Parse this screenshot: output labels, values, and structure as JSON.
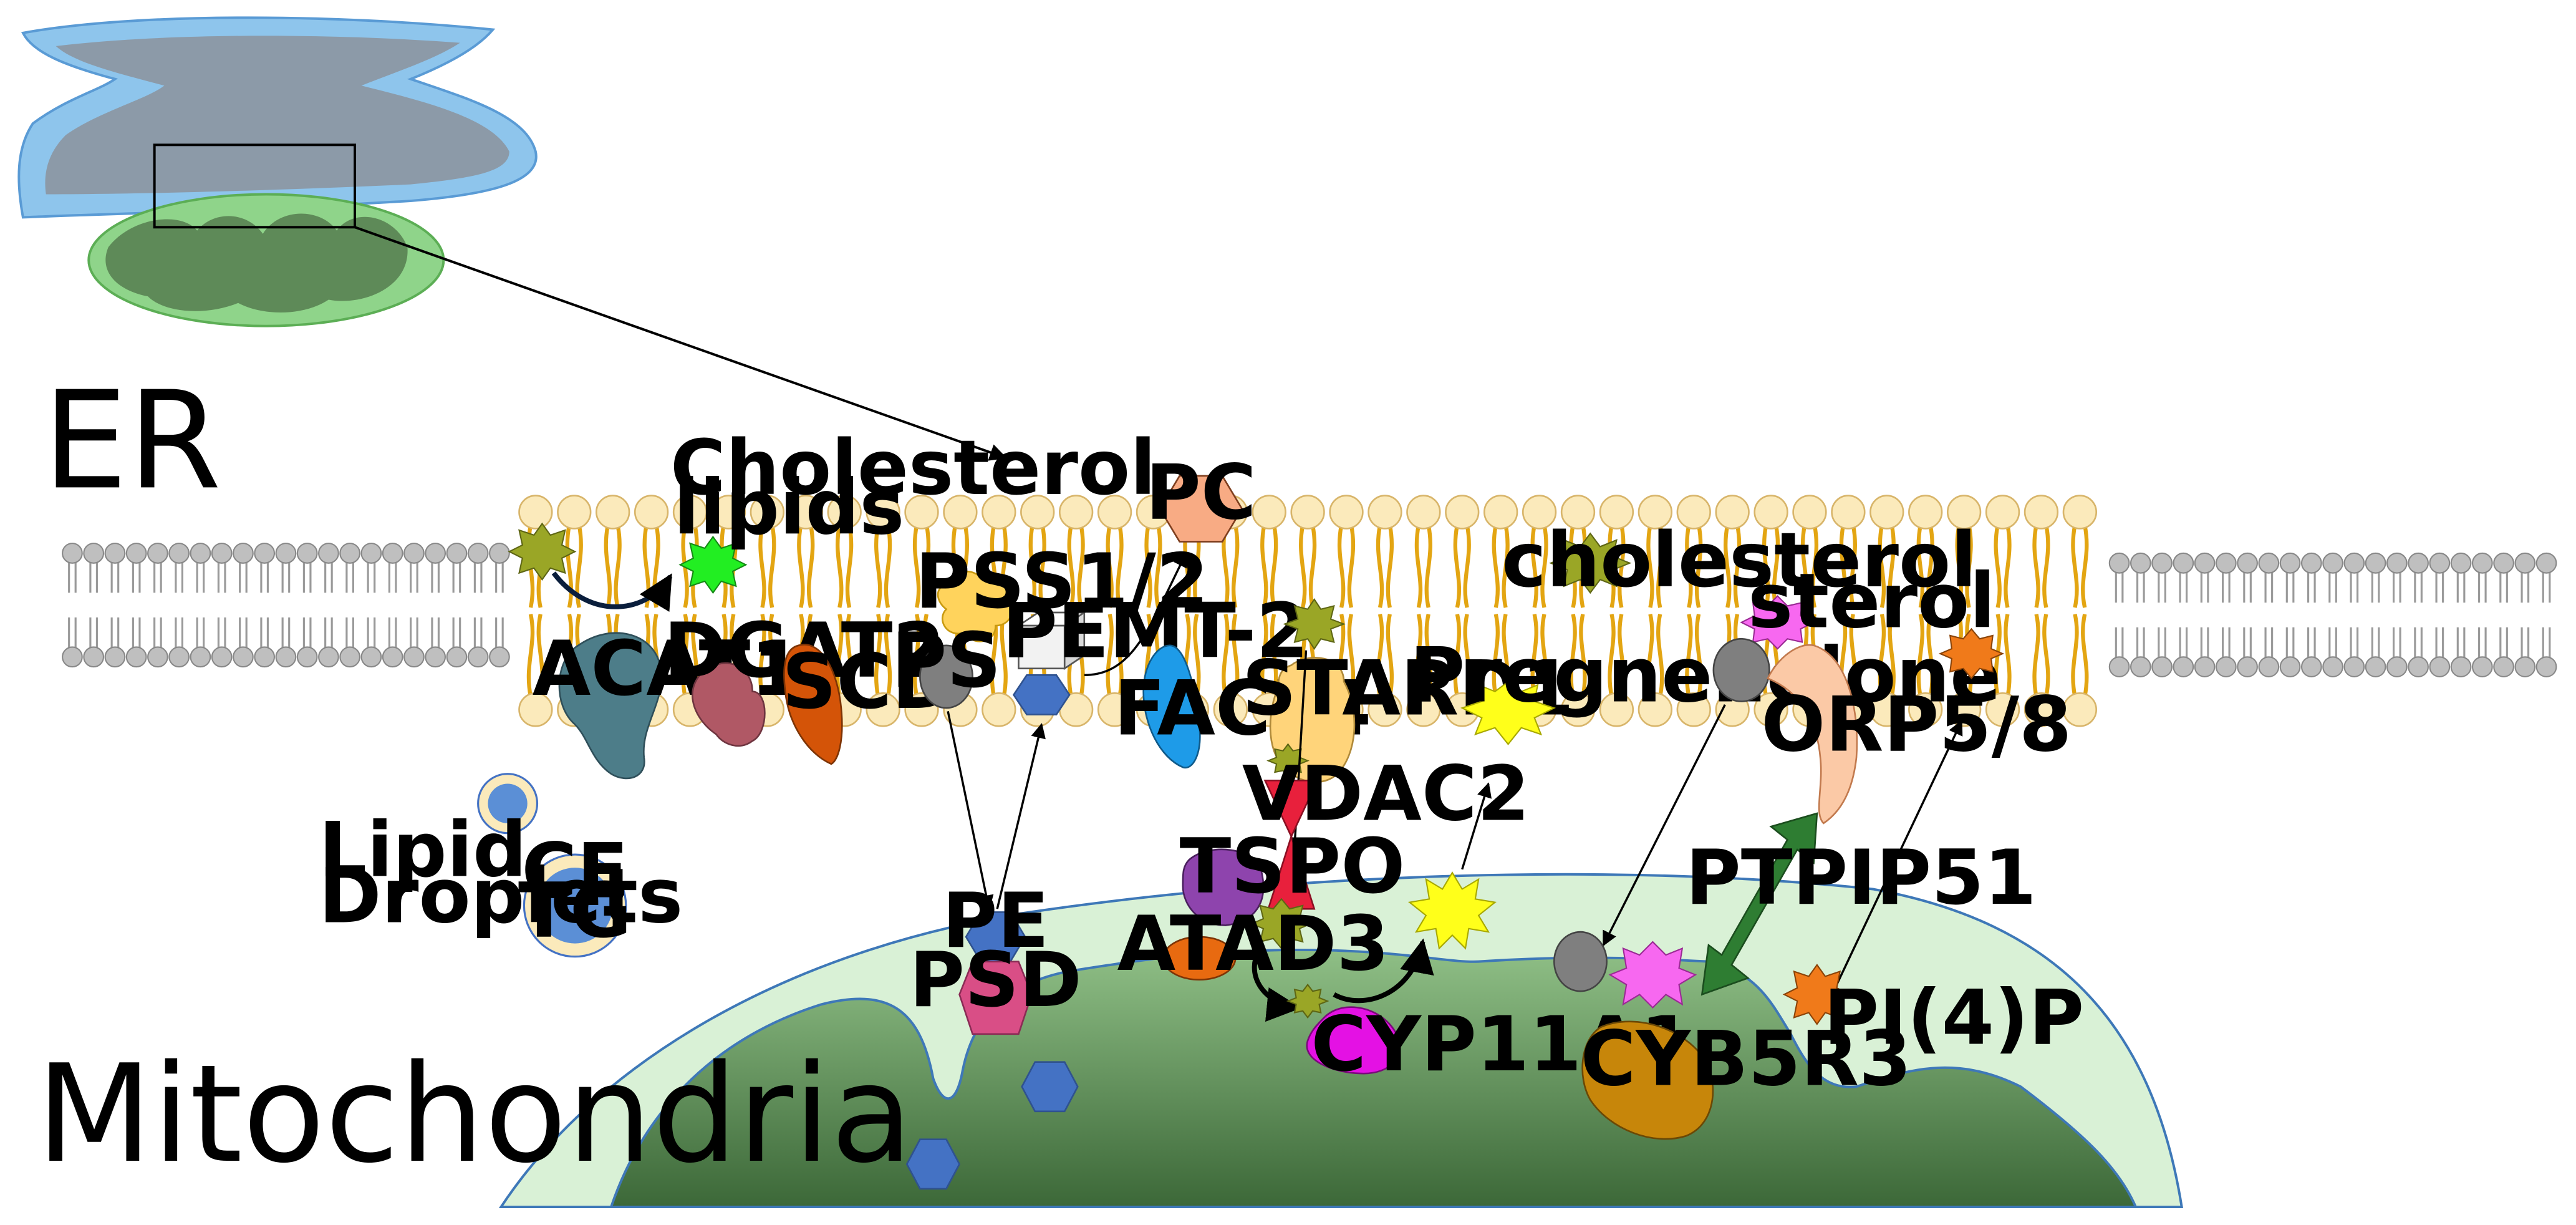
{
  "colors": {
    "er_lumen": "#8c9aa8",
    "er_membrane": "#8ec5ec",
    "mito_outer": "#d9f1d6",
    "mito_inner": "#3f6e3c",
    "bilayer_head_active": "#fbeabb",
    "bilayer_tail_active": "#e3a512",
    "bilayer_head_inactive": "#bfbfbf",
    "pe_hexagon": "#4472c4",
    "psd": "#d94e86",
    "cyp11a1": "#e411e4",
    "tspo": "#8e44ad",
    "atad3": "#e86a10",
    "vdac2": "#e8203c",
    "stard1": "#ffd47a",
    "facl4": "#1e9be8",
    "scd": "#d45408",
    "dgat2": "#b05865",
    "acat1": "#4d7d89",
    "orp58": "#fbc9a6",
    "ptpip51_arrow": "#2e7d32",
    "cyb5r3": "#c7860a",
    "cholesterol": "#9aa626",
    "cholesterol_lipids": "#22ee22",
    "pregnenolone": "#ffff1a",
    "sterol": "#f768f0",
    "pi4p": "#f07a1a",
    "pc": "#f8ab84",
    "ps": "#7f7f7f"
  },
  "labels": {
    "er": "ER",
    "mitochondria": "Mitochondria",
    "lipid_droplets_line1": "Lipid",
    "lipid_droplets_line2": "Droplets",
    "ce": "CE",
    "tg": "TG",
    "cholesterol_lipids_line1": "Cholesterol",
    "cholesterol_lipids_line2": "lipids",
    "acat1": "ACAT1",
    "dgat2": "DGAT2",
    "scd": "SCD",
    "pss": "PSS1/2",
    "ps": "PS",
    "pemt": "PEMT-2",
    "pc": "PC",
    "facl4": "FACL4",
    "stard1": "STARD1",
    "vdac2": "VDAC2",
    "tspo": "TSPO",
    "atad3": "ATAD3",
    "cyp11a1": "CYP11A1",
    "pe": "PE",
    "psd": "PSD",
    "pregnenolone": "Pregnenolone",
    "cholesterol": "cholesterol",
    "sterol": "sterol",
    "orp58": "ORP5/8",
    "ptpip51": "PTPIP51",
    "cyb5r3": "CYB5R3",
    "pi4p": "PI(4)P"
  }
}
